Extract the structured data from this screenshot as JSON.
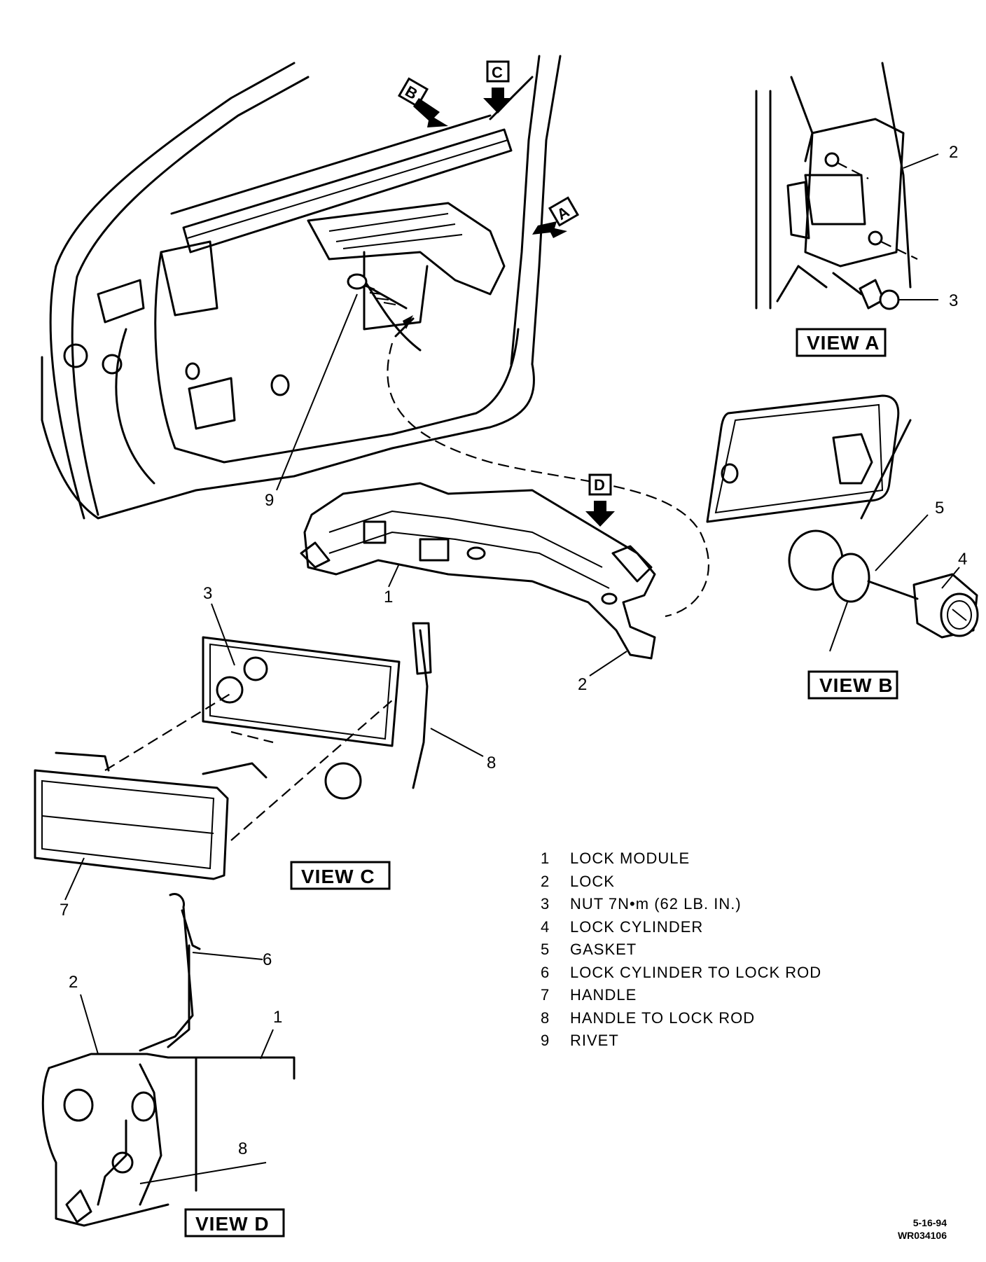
{
  "callouts": {
    "top_9": "9",
    "view_a_2": "2",
    "view_a_3": "3",
    "module_1": "1",
    "module_2": "2",
    "view_b_5": "5",
    "view_b_4": "4",
    "view_c_3": "3",
    "view_c_8": "8",
    "view_c_7": "7",
    "view_d_6": "6",
    "view_d_2": "2",
    "view_d_1": "1",
    "view_d_8": "8"
  },
  "arrows": {
    "a": "A",
    "b": "B",
    "c": "C",
    "d": "D"
  },
  "views": {
    "a": "VIEW A",
    "b": "VIEW B",
    "c": "VIEW C",
    "d": "VIEW D"
  },
  "legend": [
    {
      "num": "1",
      "label": "LOCK MODULE"
    },
    {
      "num": "2",
      "label": "LOCK"
    },
    {
      "num": "3",
      "label": "NUT 7N•m (62 LB. IN.)"
    },
    {
      "num": "4",
      "label": "LOCK CYLINDER"
    },
    {
      "num": "5",
      "label": "GASKET"
    },
    {
      "num": "6",
      "label": "LOCK CYLINDER TO LOCK ROD"
    },
    {
      "num": "7",
      "label": "HANDLE"
    },
    {
      "num": "8",
      "label": "HANDLE TO LOCK ROD"
    },
    {
      "num": "9",
      "label": "RIVET"
    }
  ],
  "stamp": {
    "date": "5-16-94",
    "code": "WR034106"
  }
}
